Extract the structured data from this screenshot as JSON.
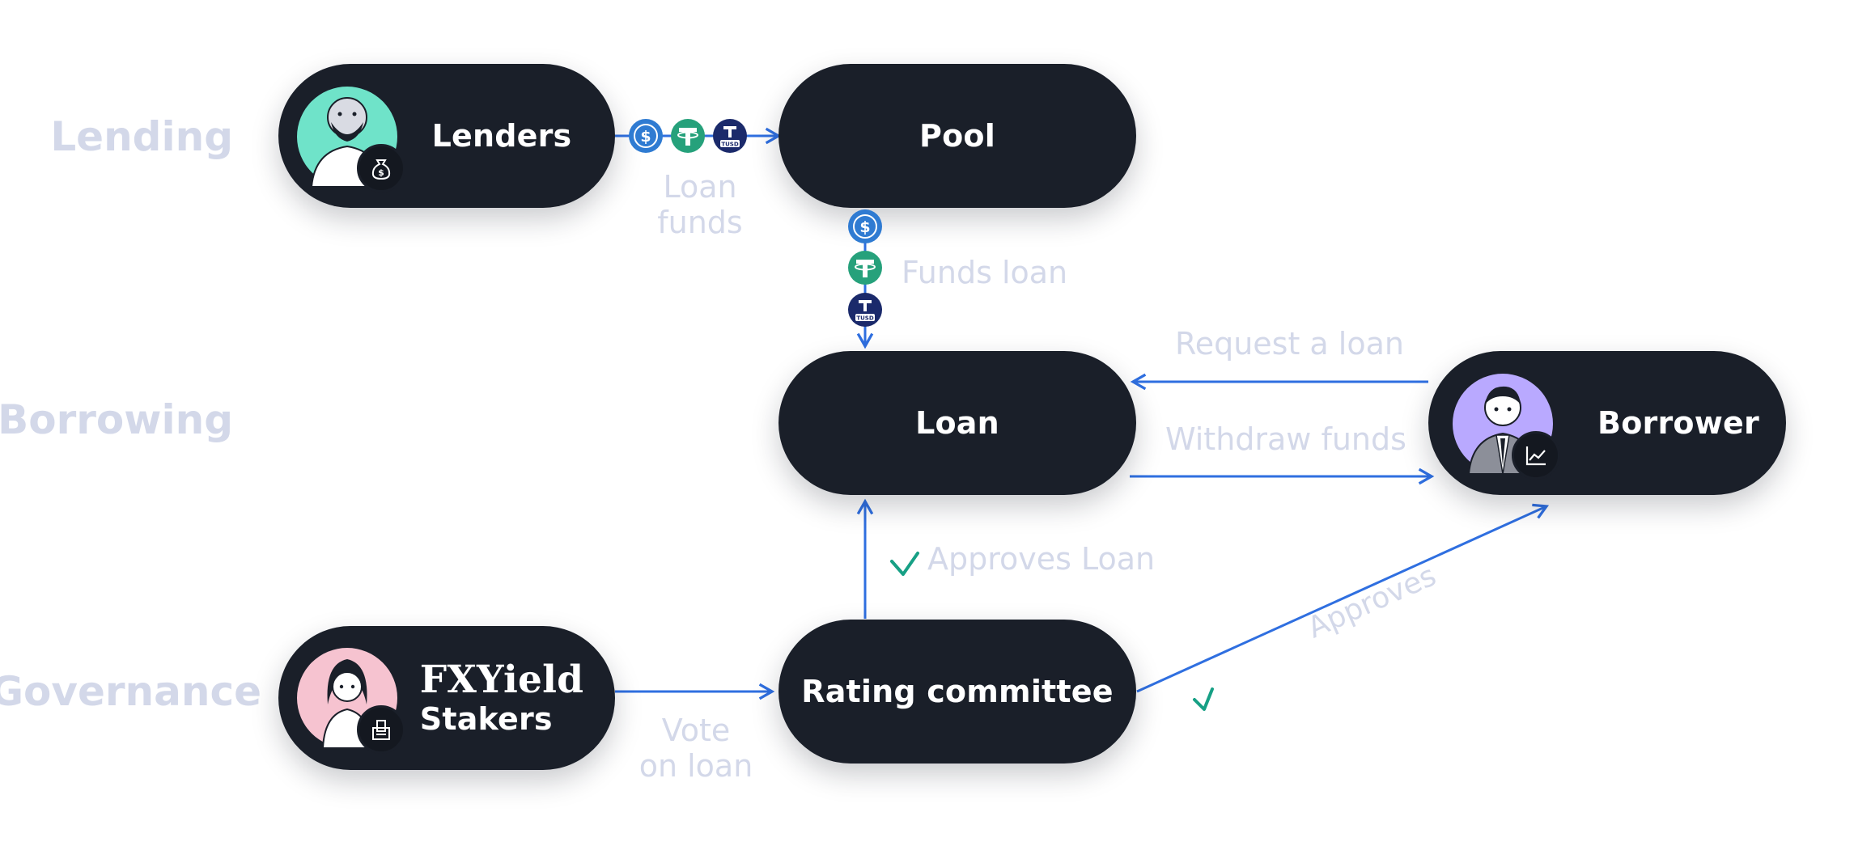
{
  "sections": {
    "lending": "Lending",
    "borrowing": "Borrowing",
    "governance": "Governance"
  },
  "nodes": {
    "lenders": "Lenders",
    "pool": "Pool",
    "loan": "Loan",
    "borrower": "Borrower",
    "stakers_line1": "FXYield",
    "stakers_line2": "Stakers",
    "rating_committee": "Rating committee"
  },
  "edges": {
    "loan_funds_line1": "Loan",
    "loan_funds_line2": "funds",
    "funds_loan": "Funds loan",
    "request_loan": "Request a loan",
    "withdraw_funds": "Withdraw funds",
    "approves_loan": "Approves Loan",
    "approves": "Approves",
    "vote_line1": "Vote",
    "vote_line2": "on loan"
  },
  "coins": {
    "usdc_icon": "usdc-icon",
    "tether_icon": "tether-icon",
    "tusd_icon": "tusd-icon",
    "tusd_text": "TUSD"
  },
  "colors": {
    "node": "#1a1f29",
    "arrow": "#2f6fe0",
    "label": "#d3d8e9",
    "check": "#17a085",
    "usdc": "#2f7bd2",
    "tether": "#26a17b",
    "tusd": "#1b2a6b",
    "lender_bg": "#6fe3c9",
    "borrower_bg": "#b9a9ff",
    "staker_bg": "#f6c3d0"
  }
}
